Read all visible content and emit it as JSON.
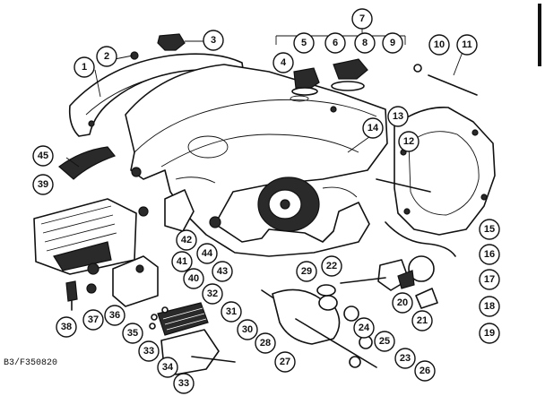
{
  "reference_code": "B3/F350820",
  "callouts": {
    "c1": "1",
    "c2": "2",
    "c3": "3",
    "c4": "4",
    "c5": "5",
    "c6": "6",
    "c7": "7",
    "c8": "8",
    "c9": "9",
    "c10": "10",
    "c11": "11",
    "c12": "12",
    "c13": "13",
    "c14": "14",
    "c15": "15",
    "c16": "16",
    "c17": "17",
    "c18": "18",
    "c19": "19",
    "c20": "20",
    "c21": "21",
    "c22": "22",
    "c23": "23",
    "c24": "24",
    "c25": "25",
    "c26": "26",
    "c27": "27",
    "c28": "28",
    "c29": "29",
    "c30": "30",
    "c31": "31",
    "c32": "32",
    "c33a": "33",
    "c33b": "33",
    "c34": "34",
    "c35": "35",
    "c36": "36",
    "c37": "37",
    "c38": "38",
    "c39": "39",
    "c40": "40",
    "c41": "41",
    "c42": "42",
    "c43": "43",
    "c44": "44",
    "c45": "45"
  }
}
